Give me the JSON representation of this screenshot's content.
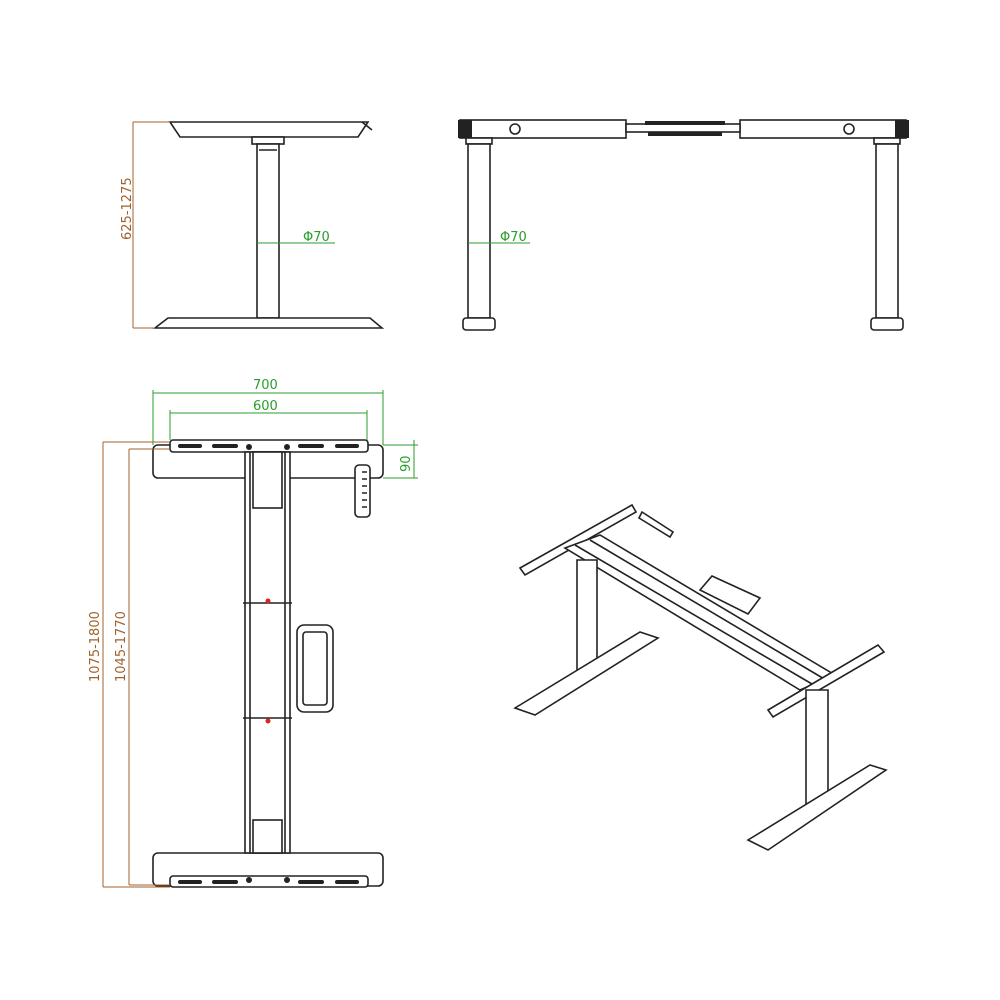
{
  "side_view": {
    "height_range": "625-1275",
    "column_diameter": "Φ70"
  },
  "front_view": {
    "column_diameter": "Φ70"
  },
  "top_view": {
    "outer_width": "700",
    "inner_width": "600",
    "foot_depth": "90",
    "outer_length_range": "1075-1800",
    "inner_length_range": "1045-1770"
  },
  "colors": {
    "dimension_height": "#a0622d",
    "dimension_width": "#2a9d2a",
    "outline": "#222222"
  }
}
